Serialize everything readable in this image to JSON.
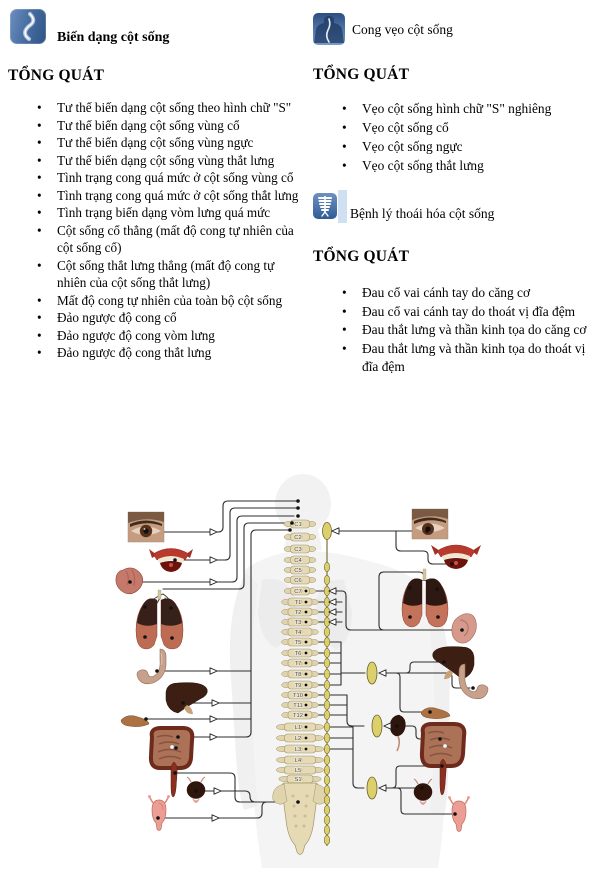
{
  "document": {
    "language": "Vietnamese",
    "background": "#ffffff"
  },
  "sections": {
    "left": {
      "icon": "spine-deformity-icon",
      "title": "Biến dạng cột sống",
      "heading": "TỔNG QUÁT",
      "items": [
        "Tư thế biến dạng cột sống theo hình chữ \"S\"",
        "Tư thế biến dạng cột sống vùng cổ",
        "Tư thế biến dạng cột sống vùng ngực",
        "Tư thế biến dạng cột sống vùng thắt lưng",
        "Tình trạng cong quá mức ở cột sống vùng cổ",
        "Tình trạng cong quá mức ở cột sống thắt lưng",
        "Tình trạng biến dạng vòm lưng quá mức",
        "Cột sống cổ thẳng (mất độ cong tự nhiên của cột sống cổ)",
        "Cột sống thắt lưng thẳng (mất độ cong tự nhiên của cột sống thắt lưng)",
        "Mất độ cong tự nhiên của toàn bộ cột sống",
        "Đảo ngược độ cong cổ",
        "Đảo ngược độ cong vòm lưng",
        "Đảo ngược độ cong thắt lưng"
      ]
    },
    "right_top": {
      "icon": "scoliosis-back-icon",
      "title": "Cong vẹo cột sống",
      "heading": "TỔNG QUÁT",
      "items": [
        "Vẹo cột sống hình chữ \"S\" nghiêng",
        "Vẹo cột sống cổ",
        "Vẹo cột sống ngực",
        "Vẹo cột sống thắt lưng"
      ]
    },
    "right_bottom": {
      "icon": "spine-degeneration-icon",
      "title": "Bệnh lý thoái hóa cột sống",
      "heading": "TỔNG QUÁT",
      "items": [
        "Đau cổ vai cánh tay do căng cơ",
        "Đau cổ vai cánh tay do thoát vị đĩa đệm",
        "Đau thắt lưng và thần kinh tọa do căng cơ",
        "Đau thắt lưng và thần kinh tọa do thoát vị đĩa đệm"
      ]
    }
  },
  "diagram": {
    "description": "spinal-nerve-organ-chart",
    "vertebrae": [
      "C1",
      "C2",
      "C3",
      "C4",
      "C5",
      "C6",
      "C7",
      "T1",
      "T2",
      "T3",
      "T4",
      "T5",
      "T6",
      "T7",
      "T8",
      "T9",
      "T10",
      "T11",
      "T12",
      "L1",
      "L2",
      "L3",
      "L4",
      "L5",
      "S1"
    ],
    "organs_left": [
      "eye",
      "mouth",
      "heart",
      "lungs",
      "stomach",
      "liver",
      "pancreas",
      "colon",
      "rectum",
      "bladder",
      "uterus"
    ],
    "organs_right": [
      "eye",
      "mouth",
      "lungs",
      "heart",
      "liver",
      "stomach",
      "pancreas",
      "kidney",
      "colon",
      "rectum",
      "bladder",
      "uterus"
    ],
    "ganglia": [
      "superior-cervical-ganglion",
      "sympathetic-chain",
      "celiac-ganglion",
      "superior-mesenteric-ganglion",
      "inferior-mesenteric-ganglion"
    ],
    "colors": {
      "bone": "#e5dab4",
      "bone_outline": "#a2946b",
      "ganglion": "#dcd06c",
      "ganglion_outline": "#6b6128",
      "nerve_line": "#2e2e2e",
      "silhouette": "#ececec",
      "accent_blue": "#2f5c94",
      "highlight_blue": "#cfe0f2"
    }
  }
}
